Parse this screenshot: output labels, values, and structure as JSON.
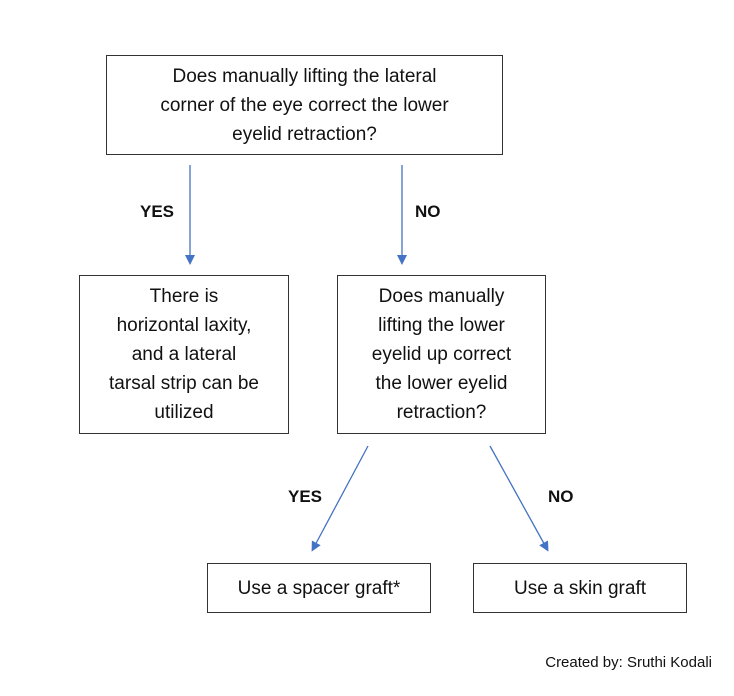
{
  "flowchart": {
    "question_lateral_corner": "Does manually lifting the lateral\ncorner of the eye correct the lower\neyelid retraction?",
    "answer_horizontal_laxity": "There is\nhorizontal laxity,\nand a lateral\ntarsal strip can be\nutilized",
    "question_lower_eyelid": "Does manually\nlifting the lower\neyelid up correct\nthe lower eyelid\nretraction?",
    "answer_spacer_graft": "Use a spacer graft*",
    "answer_skin_graft": "Use a skin graft",
    "label_yes_1": "YES",
    "label_no_1": "NO",
    "label_yes_2": "YES",
    "label_no_2": "NO"
  },
  "credit": "Created by: Sruthi Kodali",
  "colors": {
    "arrow": "#4472C4",
    "box_border": "#333333",
    "text": "#111111"
  }
}
